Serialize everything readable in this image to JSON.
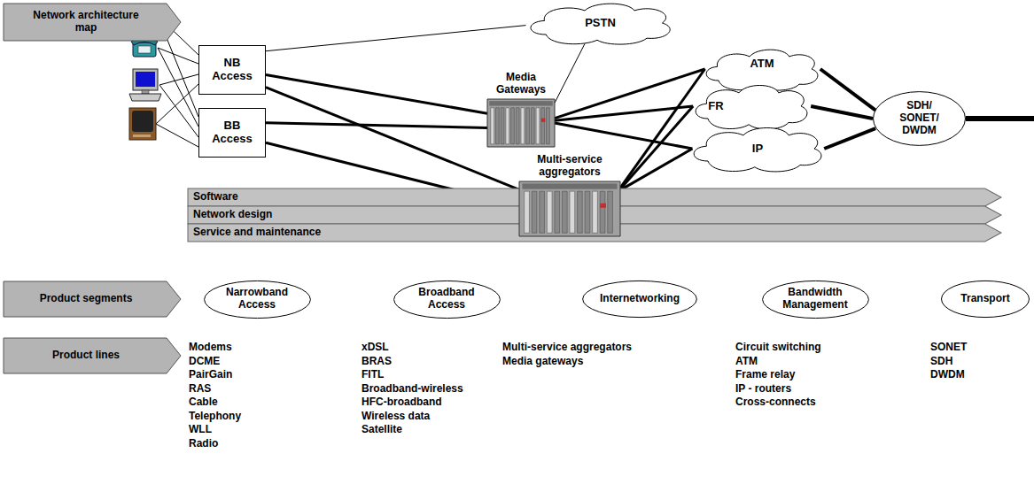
{
  "diagram": {
    "nodes": [
      {
        "text": [
          "Network architecture map"
        ]
      },
      {
        "text": [
          "NB Access"
        ]
      },
      {
        "text": [
          "BB Access"
        ]
      },
      {
        "text": [
          "PSTN"
        ]
      },
      {
        "text": [
          "Media Gateways"
        ]
      },
      {
        "text": [
          "ATM"
        ]
      },
      {
        "text": [
          "FR"
        ]
      },
      {
        "text": [
          "IP"
        ]
      },
      {
        "text": [
          "SDH/ SONET/ DWDM"
        ]
      },
      {
        "text": [
          "Multi-service aggregators"
        ]
      },
      {
        "text": [
          "Software"
        ]
      },
      {
        "text": [
          "Network design"
        ]
      },
      {
        "text": [
          "Service and maintenance"
        ]
      },
      {
        "text": [
          "Product segments"
        ]
      },
      {
        "text": [
          "Narrowband Access"
        ]
      },
      {
        "text": [
          "Broadband Access"
        ]
      },
      {
        "text": [
          "Internetworking"
        ]
      },
      {
        "text": [
          "Bandwidth Management"
        ]
      },
      {
        "text": [
          "Transport"
        ]
      },
      {
        "text": [
          "Product lines"
        ]
      }
    ],
    "edges": [
      {
        "from": 1,
        "to": 3,
        "arrow": "none"
      },
      {
        "from": 1,
        "to": 4,
        "arrow": "none"
      },
      {
        "from": 1,
        "to": 9,
        "arrow": "none"
      },
      {
        "from": 2,
        "to": 4,
        "arrow": "none"
      },
      {
        "from": 2,
        "to": 9,
        "arrow": "none"
      },
      {
        "from": 4,
        "to": 3,
        "arrow": "none"
      },
      {
        "from": 4,
        "to": 5,
        "arrow": "none"
      },
      {
        "from": 4,
        "to": 6,
        "arrow": "none"
      },
      {
        "from": 4,
        "to": 7,
        "arrow": "none"
      },
      {
        "from": 9,
        "to": 5,
        "arrow": "none"
      },
      {
        "from": 9,
        "to": 6,
        "arrow": "none"
      },
      {
        "from": 9,
        "to": 7,
        "arrow": "none"
      },
      {
        "from": 5,
        "to": 8,
        "arrow": "none"
      },
      {
        "from": 6,
        "to": 8,
        "arrow": "none"
      },
      {
        "from": 7,
        "to": 8,
        "arrow": "none"
      }
    ],
    "labels": [
      "Modems",
      "DCME",
      "PairGain",
      "RAS",
      "Cable",
      "Telephony",
      "WLL",
      "Radio",
      "xDSL",
      "BRAS",
      "FITL",
      "Broadband-wireless",
      "HFC-broadband",
      "Wireless data",
      "Satellite",
      "Multi-service aggregators",
      "Media gateways",
      "Circuit switching",
      "ATM",
      "Frame relay",
      "IP - routers",
      "Cross-connects",
      "SONET",
      "SDH",
      "DWDM"
    ]
  }
}
